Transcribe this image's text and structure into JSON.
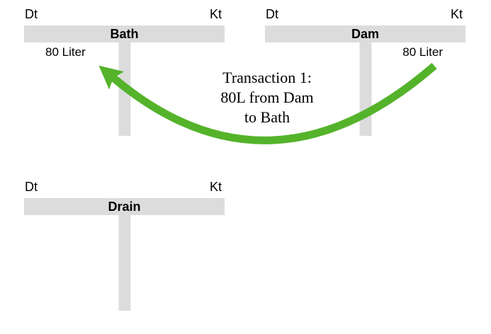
{
  "accounts": [
    {
      "name": "Bath",
      "debit_label": "Dt",
      "credit_label": "Kt",
      "debit_entry": "80 Liter",
      "credit_entry": ""
    },
    {
      "name": "Dam",
      "debit_label": "Dt",
      "credit_label": "Kt",
      "debit_entry": "",
      "credit_entry": "80 Liter"
    },
    {
      "name": "Drain",
      "debit_label": "Dt",
      "credit_label": "Kt",
      "debit_entry": "",
      "credit_entry": ""
    }
  ],
  "transaction": {
    "line1": "Transaction 1:",
    "line2": "80L from Dam",
    "line3": "to Bath"
  },
  "arrow": {
    "direction": "from Dam credit side to Bath debit side",
    "amount": "80 Liter"
  },
  "colors": {
    "bar_gray": "#dcdcdc",
    "arrow_green": "#54b32a",
    "text": "#000000"
  }
}
